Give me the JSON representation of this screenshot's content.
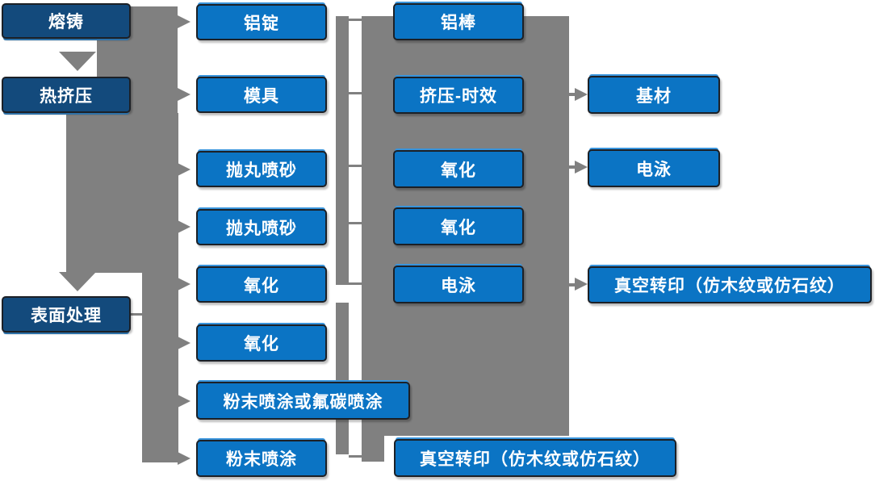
{
  "nodes": {
    "col1": [
      "熔铸",
      "热挤压",
      "表面处理"
    ],
    "col2": [
      "铝锭",
      "模具",
      "抛丸喷砂",
      "抛丸喷砂",
      "氧化",
      "氧化",
      "粉末喷涂或氟碳喷涂",
      "粉末喷涂"
    ],
    "col3": [
      "铝棒",
      "挤压-时效",
      "氧化",
      "氧化",
      "电泳"
    ],
    "col4": [
      "基材",
      "电泳",
      "真空转印（仿木纹或仿石纹）"
    ],
    "bottom_node": "真空转印（仿木纹或仿石纹）"
  },
  "colors": {
    "dark_node": "#134a7c",
    "blue_node": "#0b74c4",
    "node_text": "#ffffff",
    "connector_gray": "#808080",
    "node_outline": "#1c2026",
    "highlight_blue": "#3894dc",
    "highlight_dark": "#2d71a8"
  }
}
